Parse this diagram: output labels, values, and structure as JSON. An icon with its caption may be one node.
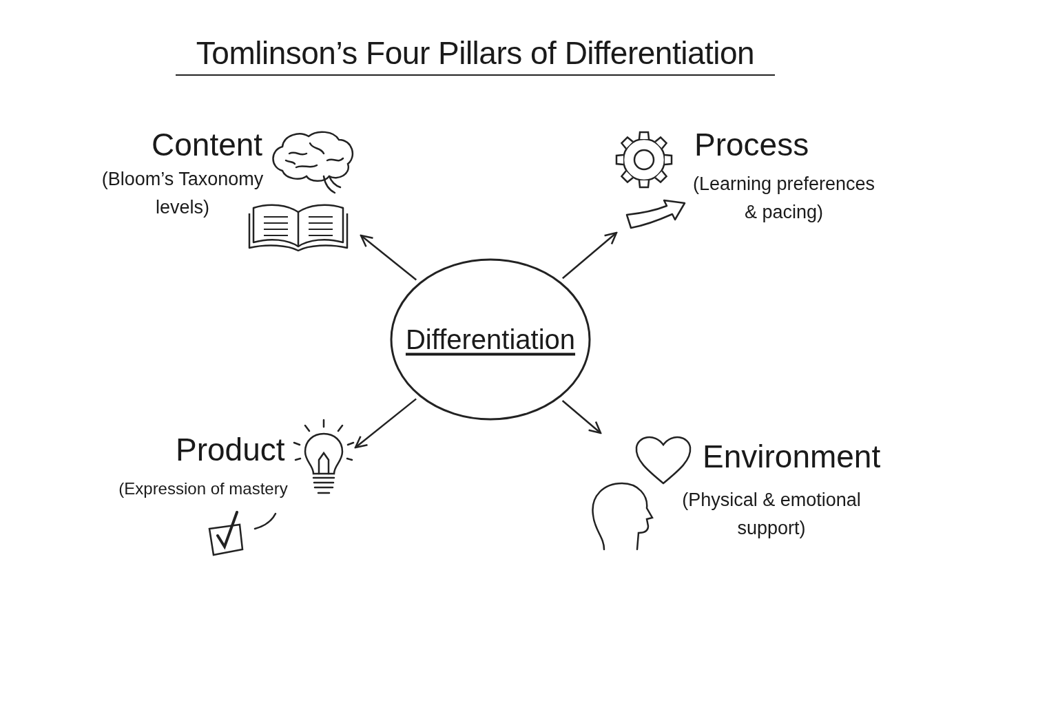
{
  "diagram": {
    "title": "Tomlinson’s Four Pillars of Differentiation",
    "nodes": [
      {
        "text": [
          "Differentiation"
        ]
      },
      {
        "text": [
          "Content",
          "(Bloom’s Taxonomy levels)"
        ]
      },
      {
        "text": [
          "Process",
          "(Learning preferences & pacing)"
        ]
      },
      {
        "text": [
          "Product",
          "(Expression of mastery"
        ]
      },
      {
        "text": [
          "Environment",
          "(Physical & emotional support)"
        ]
      }
    ],
    "edges": [
      {
        "from": 0,
        "to": 1,
        "arrow": "to"
      },
      {
        "from": 0,
        "to": 2,
        "arrow": "to"
      },
      {
        "from": 0,
        "to": 3,
        "arrow": "to"
      },
      {
        "from": 0,
        "to": 4,
        "arrow": "to"
      }
    ]
  }
}
